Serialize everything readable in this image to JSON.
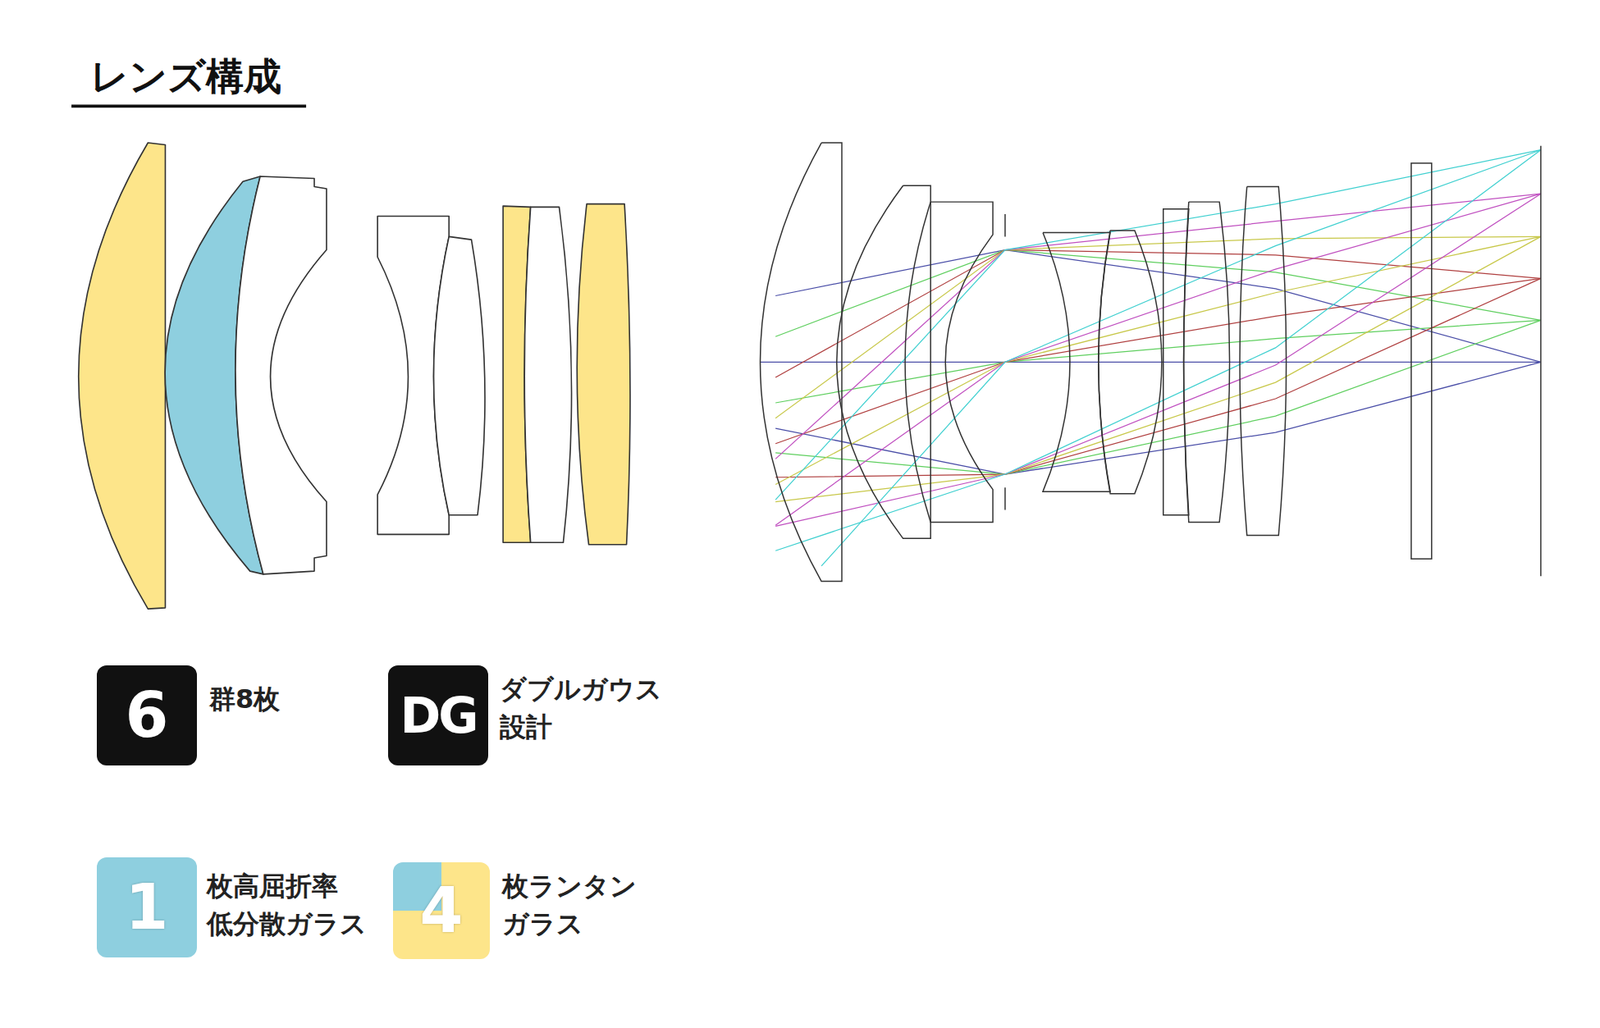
{
  "diagram": {
    "title": "レンズ構成",
    "nodes": [
      {
        "text": [
          "6",
          "群8枚"
        ]
      },
      {
        "text": [
          "DG",
          "ダブルガウス 設計"
        ]
      },
      {
        "text": [
          "1",
          "枚高屈折率 低分散ガラス"
        ]
      },
      {
        "text": [
          "4",
          "枚ランタン ガラス"
        ]
      }
    ]
  }
}
